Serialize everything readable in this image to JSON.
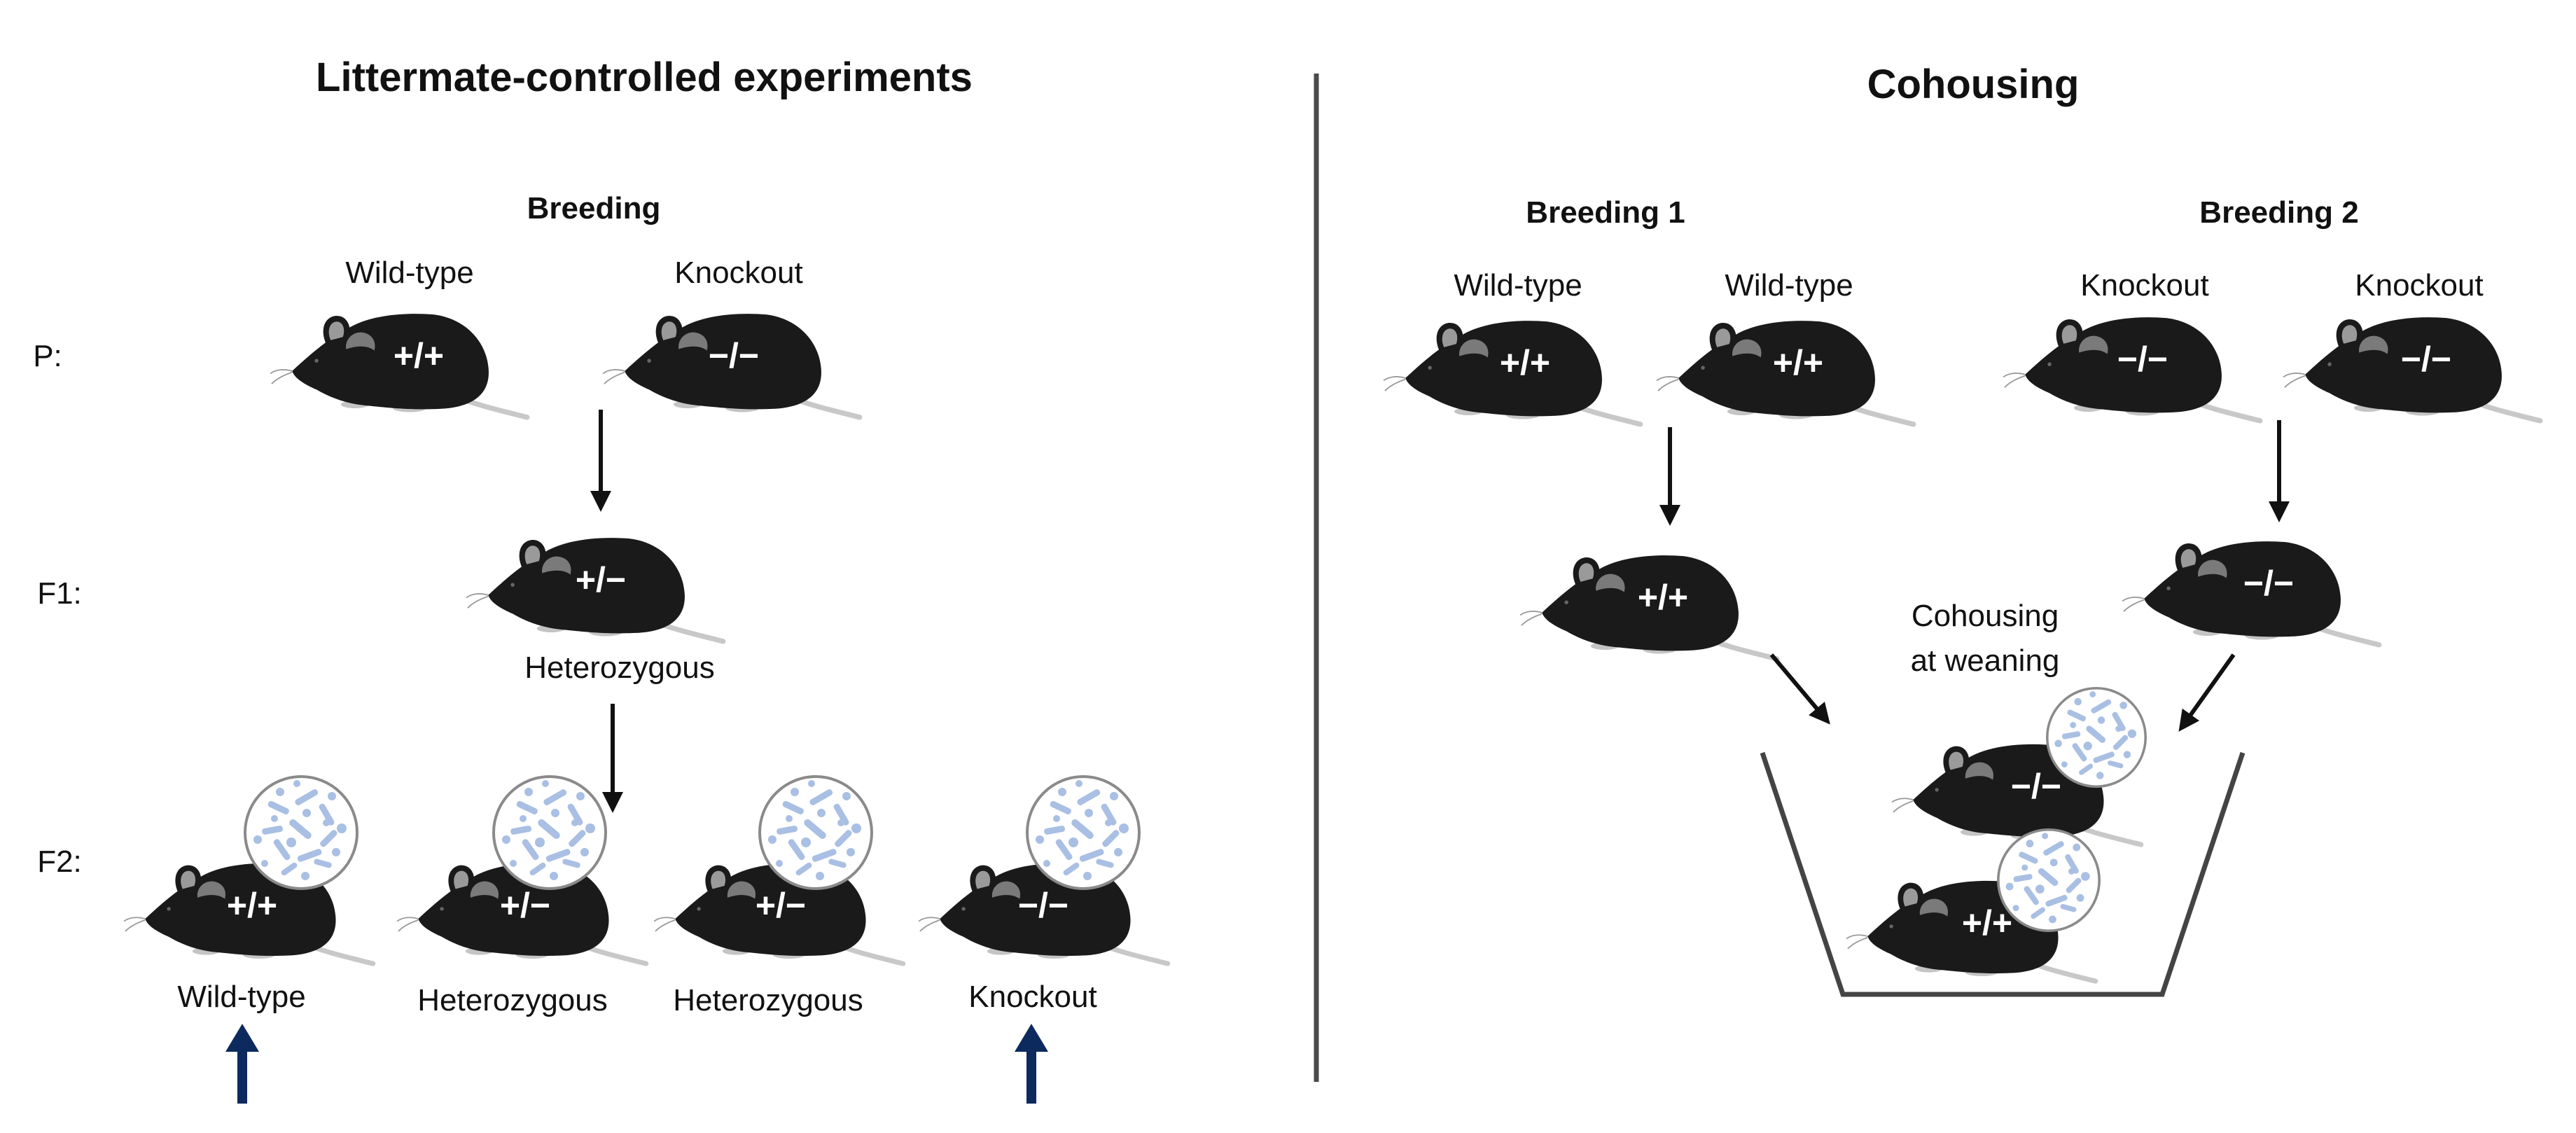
{
  "left_panel": {
    "title": "Littermate-controlled experiments",
    "breeding_label": "Breeding",
    "generations": {
      "p": "P:",
      "f1": "F1:",
      "f2": "F2:"
    },
    "parents": [
      {
        "label": "Wild-type",
        "genotype": "+/+"
      },
      {
        "label": "Knockout",
        "genotype": "−/−"
      }
    ],
    "f1": {
      "label": "Heterozygous",
      "genotype": "+/−"
    },
    "f2": [
      {
        "label": "Wild-type",
        "genotype": "+/+",
        "selected": true
      },
      {
        "label": "Heterozygous",
        "genotype": "+/−",
        "selected": false
      },
      {
        "label": "Heterozygous",
        "genotype": "+/−",
        "selected": false
      },
      {
        "label": "Knockout",
        "genotype": "−/−",
        "selected": true
      }
    ]
  },
  "right_panel": {
    "title": "Cohousing",
    "breeding1": {
      "label": "Breeding 1",
      "parents": [
        {
          "label": "Wild-type",
          "genotype": "+/+"
        },
        {
          "label": "Wild-type",
          "genotype": "+/+"
        }
      ],
      "offspring_genotype": "+/+"
    },
    "breeding2": {
      "label": "Breeding 2",
      "parents": [
        {
          "label": "Knockout",
          "genotype": "−/−"
        },
        {
          "label": "Knockout",
          "genotype": "−/−"
        }
      ],
      "offspring_genotype": "−/−"
    },
    "cohousing_label_line1": "Cohousing",
    "cohousing_label_line2": "at weaning",
    "cage": [
      {
        "genotype": "−/−"
      },
      {
        "genotype": "+/+"
      }
    ]
  },
  "colors": {
    "mouse_body": "#1a1a1a",
    "ear_inner": "#9a9a9a",
    "paw": "#c4c4c4",
    "microbiota": "#a9bfe3",
    "selection_arrow": "#0d2a5e",
    "divider": "#4a4a4a"
  },
  "icons": {
    "mouse": "mouse-icon",
    "microbiota": "microbiota-icon",
    "arrow": "arrow-icon",
    "cage": "cage-icon"
  }
}
